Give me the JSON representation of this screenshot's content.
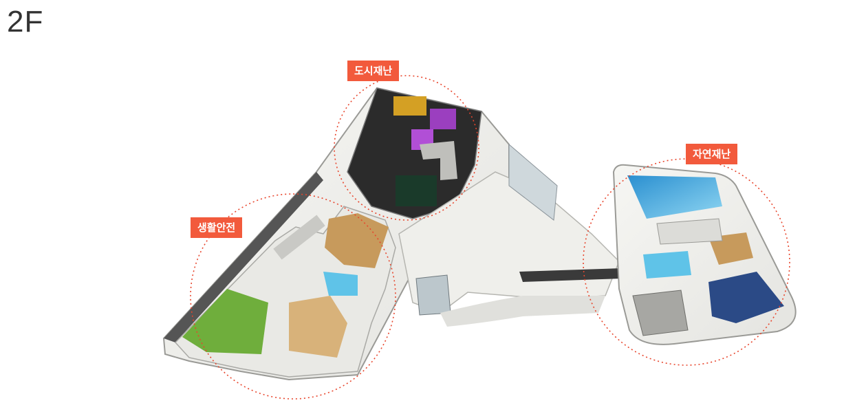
{
  "page": {
    "floor_label": "2F"
  },
  "zones": [
    {
      "id": "urban",
      "label": "도시재난"
    },
    {
      "id": "natural",
      "label": "자연재난"
    },
    {
      "id": "life",
      "label": "생활안전"
    }
  ],
  "colors": {
    "tag_background": "#f25a3c",
    "zone_outline": "#e8452c",
    "floor_base": "#f2f2ef",
    "wall": "#d9d9d6",
    "wall_dark": "#3c3c3c",
    "room_purple": "#9b3fbf",
    "room_blue": "#2f7fc4",
    "room_green": "#6fae3c",
    "room_wood": "#c79a5c",
    "room_cyan": "#5fc3e8"
  }
}
